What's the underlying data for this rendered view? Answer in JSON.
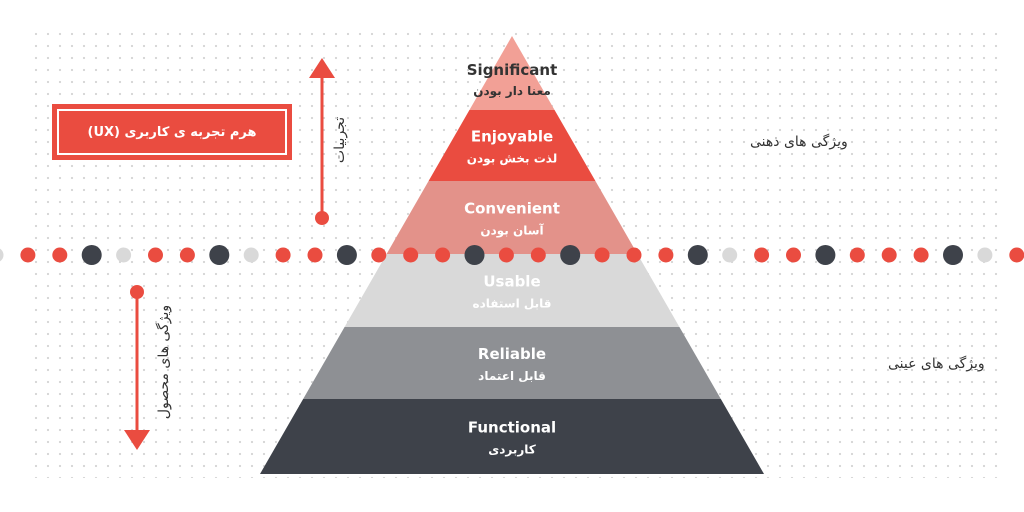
{
  "title_box": {
    "text": "هرم تجربه ی کاربری (UX)"
  },
  "arrows": {
    "experience_label": "تجربیات",
    "product_label": "ویژگی های محصول"
  },
  "side_labels": {
    "mental": "ویژگی های ذهنی",
    "objective": "ویژگی های عینی"
  },
  "tiers": [
    {
      "en": "Significant",
      "fa": "معنا دار بودن",
      "color": "#f2a096",
      "text_color": "#333333"
    },
    {
      "en": "Enjoyable",
      "fa": "لذت بخش بودن",
      "color": "#ea4c40",
      "text_color": "#ffffff"
    },
    {
      "en": "Convenient",
      "fa": "آسان بودن",
      "color": "#e3928a",
      "text_color": "#ffffff"
    },
    {
      "en": "Usable",
      "fa": "قابل استفاده",
      "color": "#d9d9d9",
      "text_color": "#ffffff"
    },
    {
      "en": "Reliable",
      "fa": "قابل اعتماد",
      "color": "#8e9094",
      "text_color": "#ffffff"
    },
    {
      "en": "Functional",
      "fa": "کاربردی",
      "color": "#3e424a",
      "text_color": "#ffffff"
    }
  ],
  "colors": {
    "accent_red": "#ea4c40",
    "dot_dark": "#3e424a",
    "dot_light": "#d9d9d9"
  },
  "divider_dots": [
    "light",
    "red",
    "red",
    "dark",
    "light",
    "red",
    "red",
    "dark",
    "light",
    "red",
    "red",
    "dark",
    "red",
    "red",
    "red",
    "dark",
    "red",
    "red",
    "dark",
    "red",
    "red",
    "red",
    "dark",
    "light",
    "red",
    "red",
    "dark",
    "red",
    "red",
    "red",
    "dark",
    "light",
    "red",
    "red"
  ]
}
